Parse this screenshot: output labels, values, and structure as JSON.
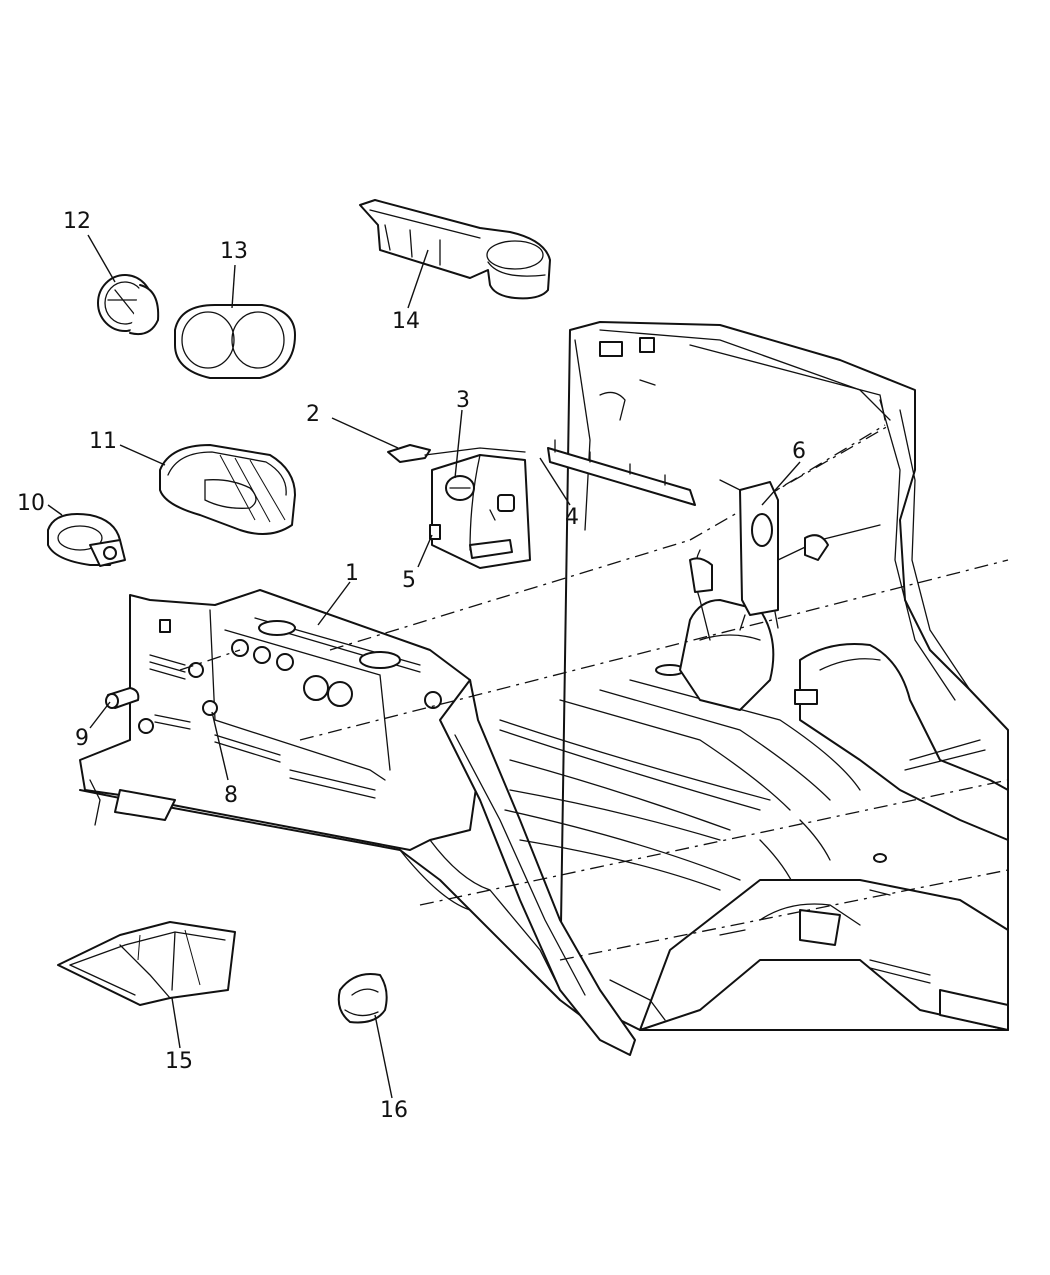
{
  "diagram": {
    "callouts": [
      {
        "id": "1",
        "label": "1"
      },
      {
        "id": "2",
        "label": "2"
      },
      {
        "id": "3",
        "label": "3"
      },
      {
        "id": "4",
        "label": "4"
      },
      {
        "id": "5",
        "label": "5"
      },
      {
        "id": "6",
        "label": "6"
      },
      {
        "id": "8",
        "label": "8"
      },
      {
        "id": "9",
        "label": "9"
      },
      {
        "id": "10",
        "label": "10"
      },
      {
        "id": "11",
        "label": "11"
      },
      {
        "id": "12",
        "label": "12"
      },
      {
        "id": "13",
        "label": "13"
      },
      {
        "id": "14",
        "label": "14"
      },
      {
        "id": "15",
        "label": "15"
      },
      {
        "id": "16",
        "label": "16"
      }
    ]
  }
}
